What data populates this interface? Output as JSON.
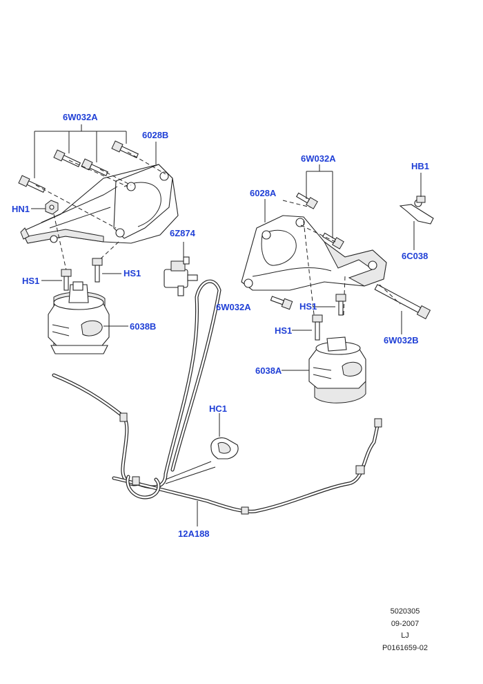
{
  "labels": {
    "l_6W032A_top": "6W032A",
    "l_6028B": "6028B",
    "l_HN1": "HN1",
    "l_HS1_left_a": "HS1",
    "l_HS1_left_b": "HS1",
    "l_6038B": "6038B",
    "l_6Z874": "6Z874",
    "l_6W032A_right": "6W032A",
    "l_HB1": "HB1",
    "l_6028A": "6028A",
    "l_6C038": "6C038",
    "l_6W032A_mid": "6W032A",
    "l_HS1_right_a": "HS1",
    "l_HS1_right_b": "HS1",
    "l_6W032B": "6W032B",
    "l_6038A": "6038A",
    "l_HC1": "HC1",
    "l_12A188": "12A188"
  },
  "footer": {
    "code": "5020305",
    "date": "09-2007",
    "initials": "LJ",
    "ref": "P0161659-02"
  },
  "colors": {
    "label": "#1f3fd6",
    "line": "#222222"
  }
}
